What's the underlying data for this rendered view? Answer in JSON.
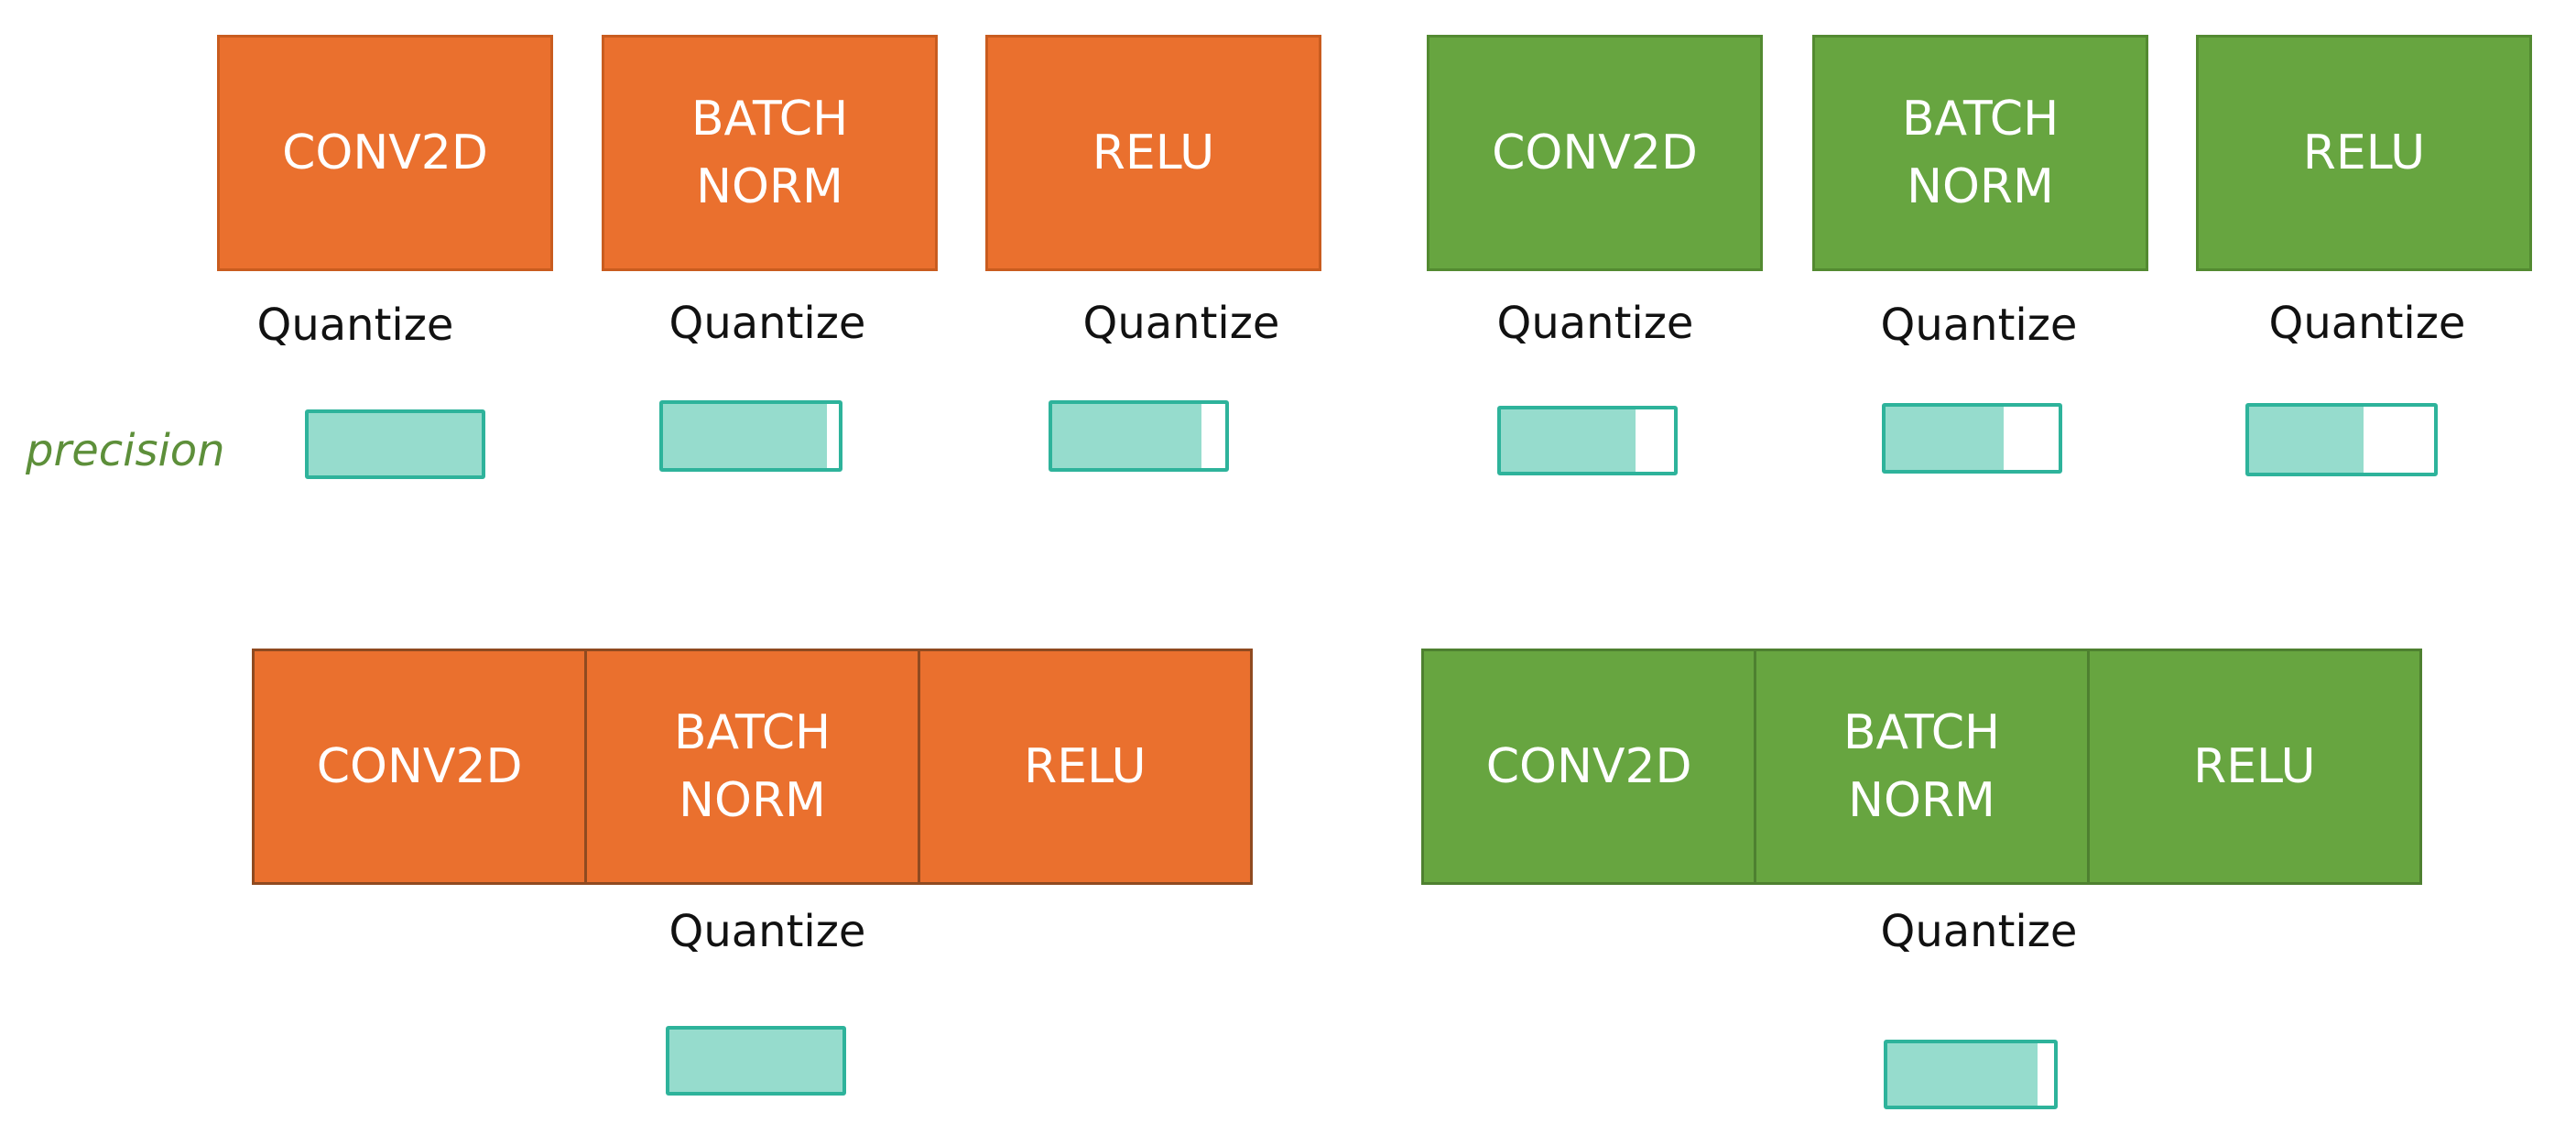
{
  "precision_label": "precision",
  "quantize_label": "Quantize",
  "colors": {
    "unfused": "#ea702e",
    "fused": "#67a540",
    "bar_border": "#2eb39b",
    "bar_fill": "#96dccd"
  },
  "top_orange": [
    {
      "label": "CONV2D",
      "precision_fill": 1.0
    },
    {
      "label": "BATCH\nNORM",
      "precision_fill": 0.93
    },
    {
      "label": "RELU",
      "precision_fill": 0.86
    }
  ],
  "top_green": [
    {
      "label": "CONV2D",
      "precision_fill": 0.78
    },
    {
      "label": "BATCH\nNORM",
      "precision_fill": 0.68
    },
    {
      "label": "RELU",
      "precision_fill": 0.62
    }
  ],
  "fused_orange": {
    "layers": [
      "CONV2D",
      "BATCH\nNORM",
      "RELU"
    ],
    "precision_fill": 1.0
  },
  "fused_green": {
    "layers": [
      "CONV2D",
      "BATCH\nNORM",
      "RELU"
    ],
    "precision_fill": 0.9
  }
}
